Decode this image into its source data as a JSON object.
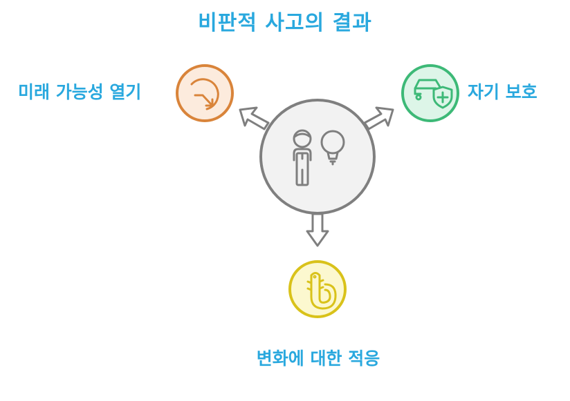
{
  "title": "비판적 사고의 결과",
  "nodes": {
    "left": {
      "label": "미래 가능성 열기",
      "icon": "clock-arrow-icon",
      "color": "#D9843A",
      "fill": "#FCEBDD"
    },
    "right": {
      "label": "자기 보호",
      "icon": "car-shield-icon",
      "color": "#3DB977",
      "fill": "#DDF5E8"
    },
    "bottom": {
      "label": "변화에 대한 적응",
      "icon": "lizard-icon",
      "color": "#D9C21A",
      "fill": "#FCF8CF"
    },
    "center": {
      "icon": "person-lightbulb-icon",
      "color": "#7F7F7F",
      "fill": "#F2F2F2"
    }
  },
  "colors": {
    "accent": "#29A8DE",
    "arrow": "#7F7F7F"
  }
}
